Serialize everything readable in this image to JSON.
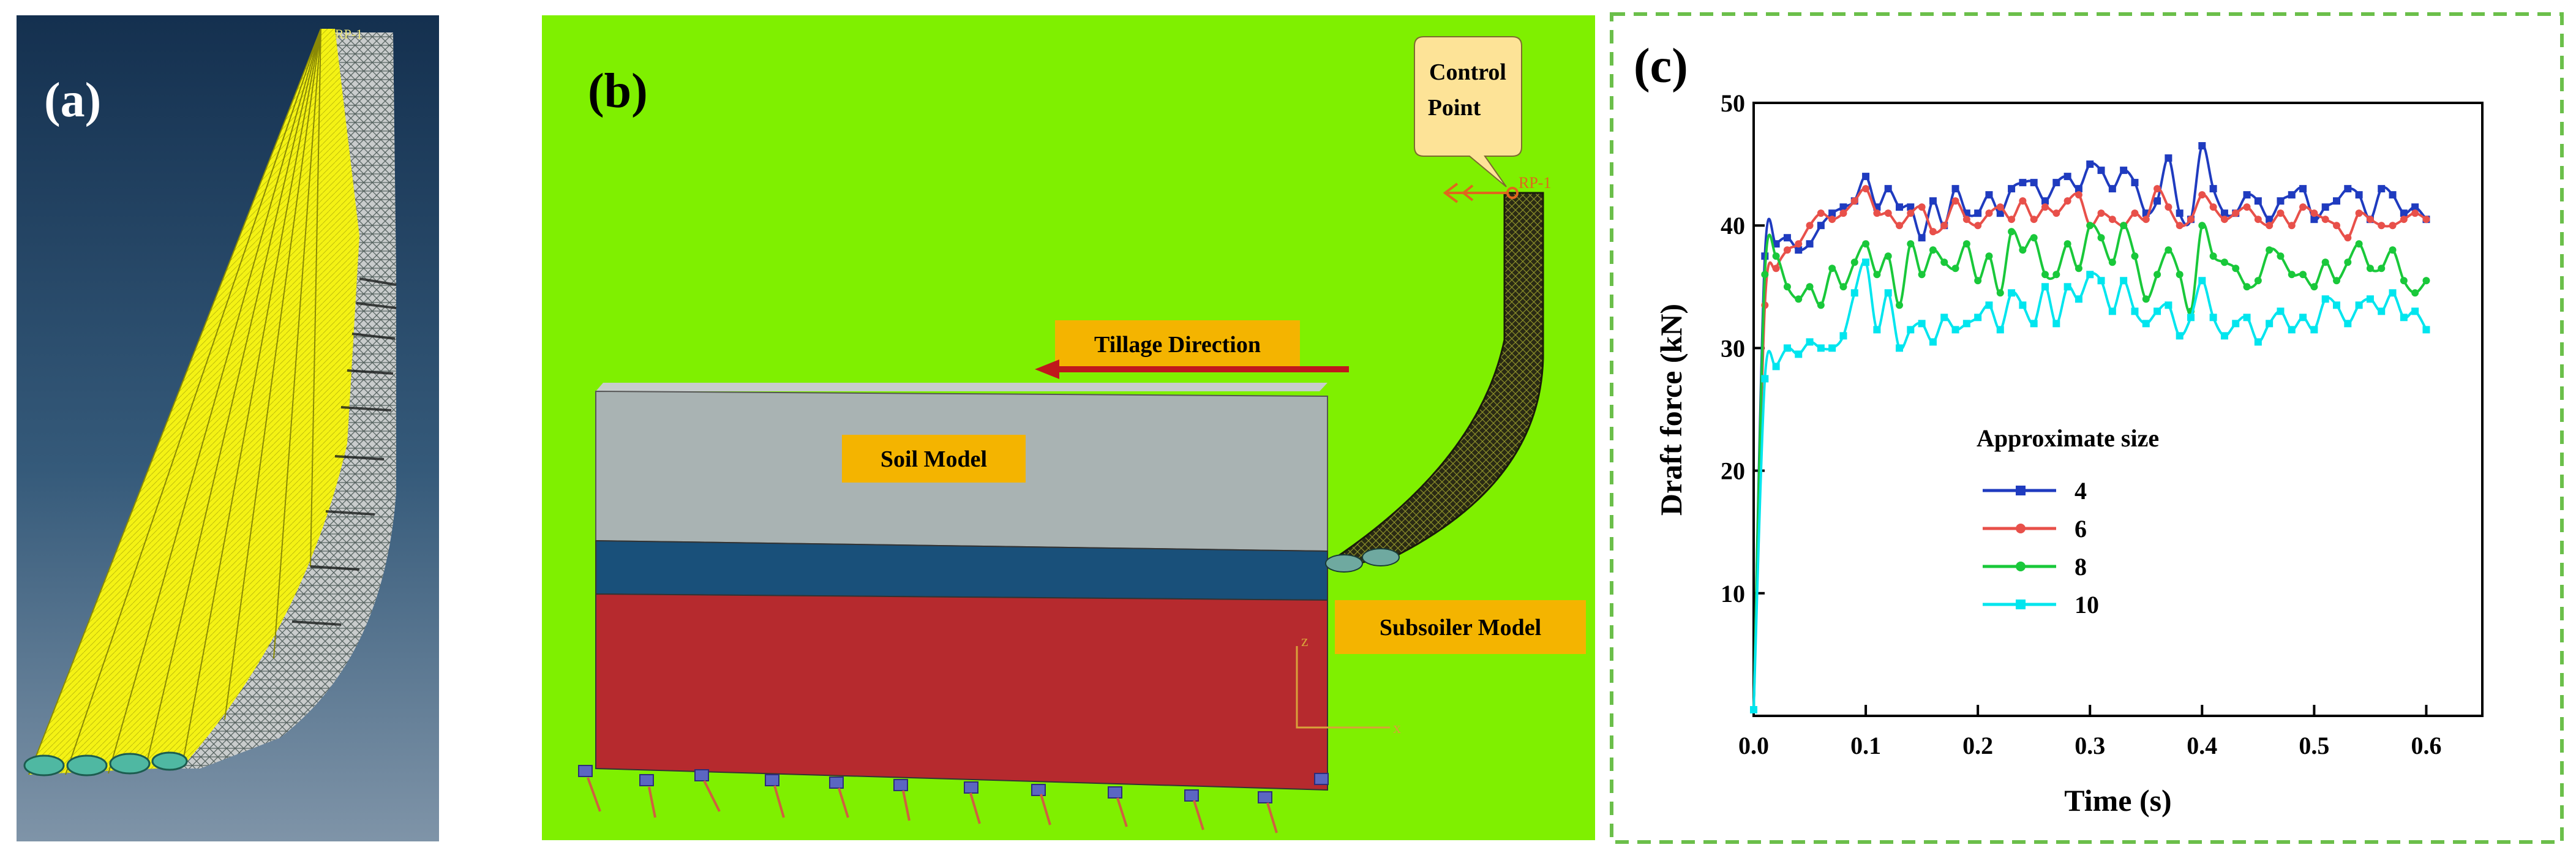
{
  "panel_a": {
    "letter": "(a)",
    "rp_label": "RP-1"
  },
  "panel_b": {
    "letter": "(b)",
    "control_point": [
      "Control",
      "Point"
    ],
    "rp_label": "RP-1",
    "tillage_direction": "Tillage Direction",
    "soil_model": "Soil Model",
    "subsoiler_model": "Subsoiler Model",
    "axis_z": "z",
    "axis_x": "x",
    "colors": {
      "background": "#7ff000",
      "soil": "#a9b3b3",
      "soil_top": "#c7cdcd",
      "topsoil": "#19507a",
      "subsoil": "#b62a2e",
      "label_bg": "#f4b400",
      "callout": "#fde397",
      "arrow": "#c0191c"
    }
  },
  "panel_c": {
    "letter": "(c)",
    "legend_title": "Approximate size",
    "border_color": "#6bbf4a"
  },
  "chart_data": {
    "type": "line",
    "xlabel": "Time (s)",
    "ylabel": "Draft force (kN)",
    "xlim": [
      0,
      0.65
    ],
    "ylim": [
      0,
      50
    ],
    "xticks": [
      0.0,
      0.1,
      0.2,
      0.3,
      0.4,
      0.5,
      0.6
    ],
    "yticks": [
      10,
      20,
      30,
      40,
      50
    ],
    "xtick_labels": [
      "0.0",
      "0.1",
      "0.2",
      "0.3",
      "0.4",
      "0.5",
      "0.6"
    ],
    "ytick_labels": [
      "10",
      "20",
      "30",
      "40",
      "50"
    ],
    "grid": false,
    "legend_position": "center-right",
    "x": [
      0,
      0.01,
      0.02,
      0.03,
      0.04,
      0.05,
      0.06,
      0.07,
      0.08,
      0.09,
      0.1,
      0.11,
      0.12,
      0.13,
      0.14,
      0.15,
      0.16,
      0.17,
      0.18,
      0.19,
      0.2,
      0.21,
      0.22,
      0.23,
      0.24,
      0.25,
      0.26,
      0.27,
      0.28,
      0.29,
      0.3,
      0.31,
      0.32,
      0.33,
      0.34,
      0.35,
      0.36,
      0.37,
      0.38,
      0.39,
      0.4,
      0.41,
      0.42,
      0.43,
      0.44,
      0.45,
      0.46,
      0.47,
      0.48,
      0.49,
      0.5,
      0.51,
      0.52,
      0.53,
      0.54,
      0.55,
      0.56,
      0.57,
      0.58,
      0.59,
      0.6
    ],
    "series": [
      {
        "name": "4",
        "color": "#1f3bbf",
        "marker": "square",
        "values": [
          0.5,
          37.5,
          38.5,
          39.0,
          38.0,
          38.5,
          40.0,
          41.0,
          41.5,
          42.0,
          44.0,
          41.5,
          43.0,
          41.5,
          41.5,
          39.0,
          42.0,
          40.0,
          43.0,
          41.0,
          41.0,
          42.5,
          41.0,
          43.0,
          43.5,
          43.5,
          42.0,
          43.5,
          44.0,
          43.0,
          45.0,
          44.5,
          43.0,
          44.5,
          43.5,
          41.0,
          42.0,
          45.5,
          41.0,
          40.5,
          46.5,
          43.0,
          41.0,
          41.0,
          42.5,
          42.0,
          40.5,
          42.0,
          42.5,
          43.0,
          40.5,
          41.5,
          42.0,
          43.0,
          42.5,
          40.5,
          43.0,
          42.5,
          41.0,
          41.5,
          40.5
        ]
      },
      {
        "name": "6",
        "color": "#e8504a",
        "marker": "circle",
        "values": [
          0.5,
          33.5,
          36.5,
          38.0,
          38.5,
          40.0,
          41.0,
          40.5,
          41.0,
          42.0,
          43.0,
          41.0,
          41.0,
          40.0,
          41.0,
          41.5,
          39.5,
          40.0,
          42.0,
          40.5,
          40.0,
          41.0,
          41.5,
          40.5,
          42.0,
          40.5,
          41.5,
          41.0,
          42.0,
          42.5,
          40.0,
          41.0,
          40.5,
          40.0,
          41.0,
          40.5,
          43.0,
          41.5,
          40.0,
          40.5,
          42.5,
          41.5,
          40.5,
          41.0,
          41.5,
          40.5,
          40.0,
          41.0,
          40.0,
          41.5,
          41.0,
          40.5,
          40.0,
          39.0,
          41.0,
          40.5,
          40.0,
          40.0,
          40.5,
          41.0,
          40.5
        ]
      },
      {
        "name": "8",
        "color": "#19c83a",
        "marker": "circle",
        "values": [
          0.5,
          36.0,
          37.5,
          35.0,
          34.0,
          35.0,
          33.5,
          36.5,
          35.0,
          37.0,
          38.5,
          36.0,
          37.5,
          33.5,
          38.5,
          36.0,
          38.0,
          37.0,
          36.5,
          38.5,
          35.5,
          37.5,
          34.5,
          39.5,
          38.0,
          39.0,
          36.0,
          36.0,
          38.5,
          36.5,
          40.0,
          39.0,
          37.0,
          40.0,
          37.5,
          34.0,
          36.0,
          38.0,
          36.0,
          33.0,
          40.0,
          37.5,
          37.0,
          36.5,
          35.0,
          35.5,
          38.0,
          37.5,
          36.0,
          36.0,
          35.0,
          37.0,
          35.5,
          37.0,
          38.5,
          36.5,
          36.5,
          38.0,
          35.5,
          34.5,
          35.5
        ]
      },
      {
        "name": "10",
        "color": "#00e5ee",
        "marker": "square",
        "values": [
          0.5,
          27.5,
          28.5,
          30.0,
          29.5,
          30.5,
          30.0,
          30.0,
          31.0,
          34.5,
          37.0,
          31.5,
          34.5,
          30.0,
          31.5,
          32.0,
          30.5,
          32.5,
          31.5,
          32.0,
          32.5,
          33.5,
          31.5,
          34.5,
          33.5,
          32.0,
          35.0,
          32.0,
          35.0,
          34.0,
          36.0,
          35.5,
          33.0,
          35.5,
          33.0,
          32.0,
          33.0,
          33.5,
          31.0,
          32.5,
          35.5,
          32.5,
          31.0,
          32.0,
          32.5,
          30.5,
          32.0,
          33.0,
          31.5,
          32.5,
          31.5,
          34.0,
          33.5,
          32.0,
          33.5,
          34.0,
          33.0,
          34.5,
          32.5,
          33.0,
          31.5
        ]
      }
    ]
  }
}
